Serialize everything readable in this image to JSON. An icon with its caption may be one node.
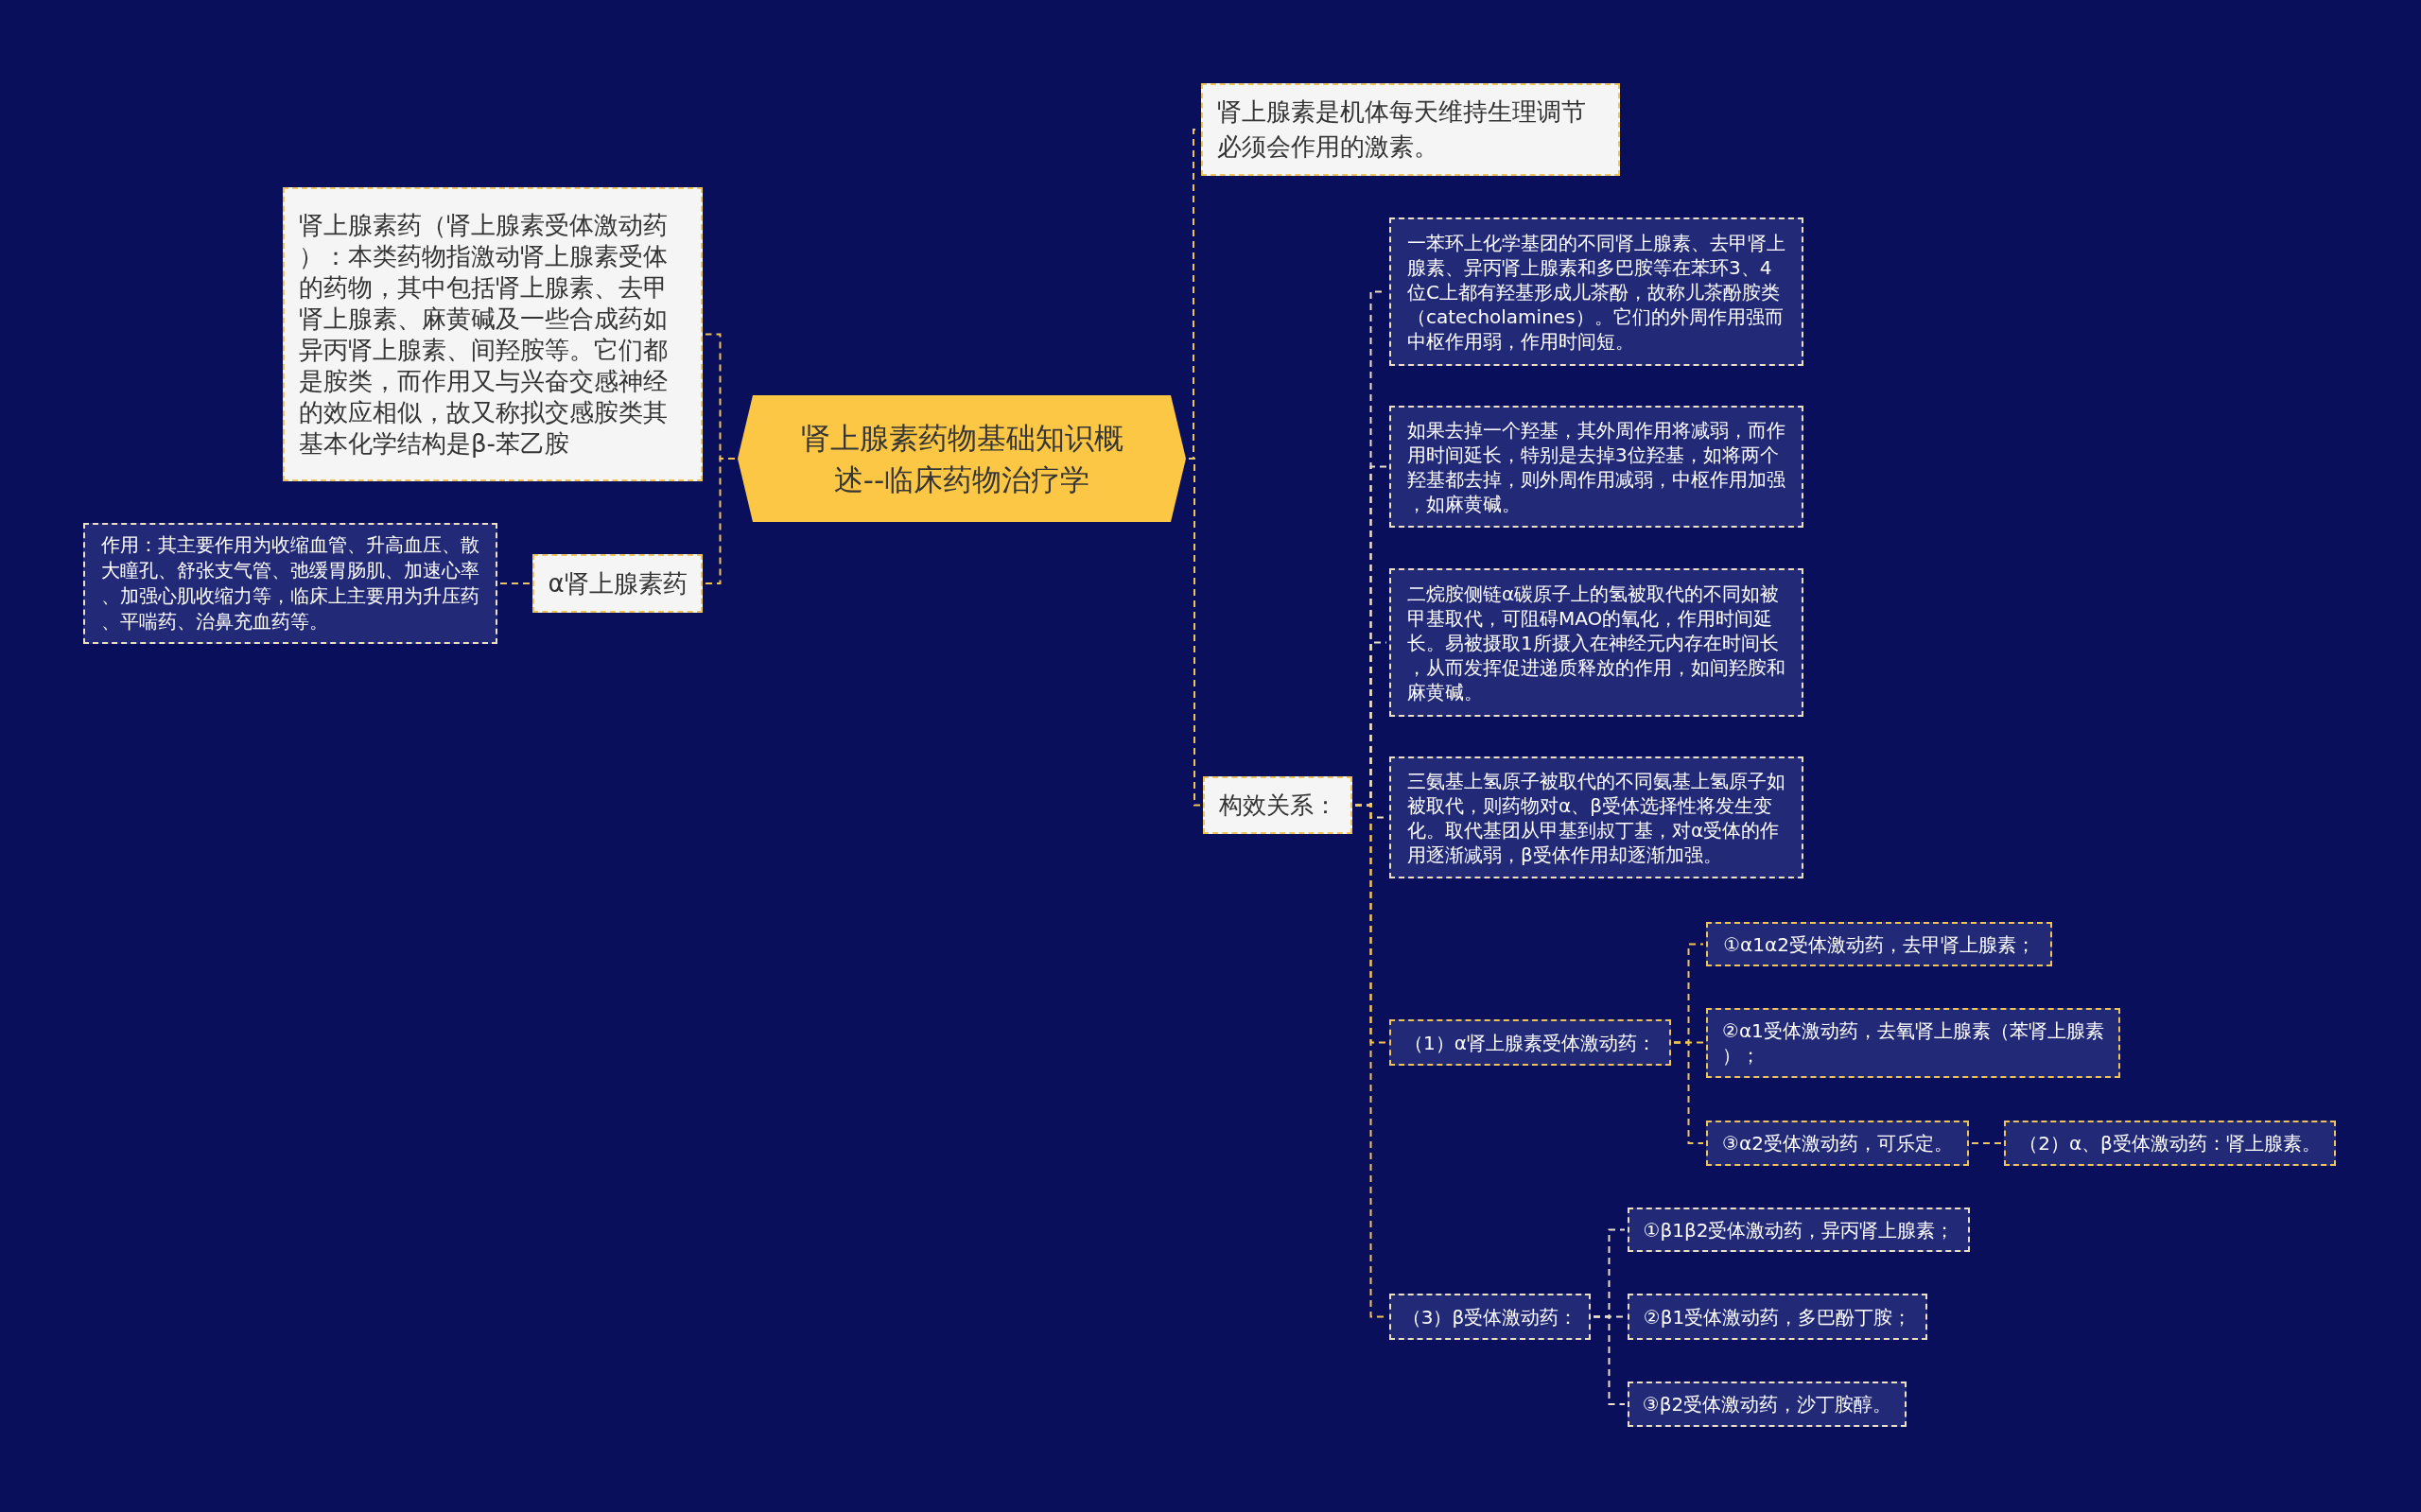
{
  "diagram": {
    "nodes": [
      {
        "text": [
          "肾上腺素药物基础知识概述--临床药物治疗学"
        ]
      },
      {
        "text": [
          "肾上腺素药（肾上腺素受体激动药）：本类药物指激动肾上腺素受体的药物，其中包括肾上腺素、去甲肾上腺素、麻黄碱及一些合成药如异丙肾上腺素、间羟胺等。它们都是胺类，而作用又与兴奋交感神经的效应相似，故又称拟交感胺类其基本化学结构是β-苯乙胺"
        ]
      },
      {
        "text": [
          "α肾上腺素药"
        ]
      },
      {
        "text": [
          "作用：其主要作用为收缩血管、升高血压、散大瞳孔、舒张支气管、弛缓胃肠肌、加速心率、加强心肌收缩力等，临床上主要用为升压药、平喘药、治鼻充血药等。"
        ]
      },
      {
        "text": [
          "肾上腺素是机体每天维持生理调节必须会作用的激素。"
        ]
      },
      {
        "text": [
          "构效关系："
        ]
      },
      {
        "text": [
          "一苯环上化学基团的不同肾上腺素、去甲肾上腺素、异丙肾上腺素和多巴胺等在苯环3、4位C上都有羟基形成儿茶酚，故称儿茶酚胺类（catecholamines）。它们的外周作用强而中枢作用弱，作用时间短。"
        ]
      },
      {
        "text": [
          "如果去掉一个羟基，其外周作用将减弱，而作用时间延长，特别是去掉3位羟基，如将两个羟基都去掉，则外周作用减弱，中枢作用加强，如麻黄碱。"
        ]
      },
      {
        "text": [
          "二烷胺侧链α碳原子上的氢被取代的不同如被甲基取代，可阻碍MAO的氧化，作用时间延长。易被摄取1所摄入在神经元内存在时间长，从而发挥促进递质释放的作用，如间羟胺和麻黄碱。"
        ]
      },
      {
        "text": [
          "三氨基上氢原子被取代的不同氨基上氢原子如被取代，则药物对α、β受体选择性将发生变化。取代基团从甲基到叔丁基，对α受体的作用逐渐减弱，β受体作用却逐渐加强。"
        ]
      },
      {
        "text": [
          "（1）α肾上腺素受体激动药："
        ]
      },
      {
        "text": [
          "①α1α2受体激动药，去甲肾上腺素；"
        ]
      },
      {
        "text": [
          "②α1受体激动药，去氧肾上腺素（苯肾上腺素）；"
        ]
      },
      {
        "text": [
          "③α2受体激动药，可乐定。"
        ]
      },
      {
        "text": [
          "（2）α、β受体激动药：肾上腺素。"
        ]
      },
      {
        "text": [
          "（3）β受体激动药："
        ]
      },
      {
        "text": [
          "①β1β2受体激动药，异丙肾上腺素；"
        ]
      },
      {
        "text": [
          "②β1受体激动药，多巴酚丁胺；"
        ]
      },
      {
        "text": [
          "③β2受体激动药，沙丁胺醇。"
        ]
      }
    ],
    "edges": [
      {
        "from": 0,
        "to": 1,
        "arrow": "none"
      },
      {
        "from": 0,
        "to": 2,
        "arrow": "none"
      },
      {
        "from": 2,
        "to": 3,
        "arrow": "none"
      },
      {
        "from": 0,
        "to": 4,
        "arrow": "none"
      },
      {
        "from": 0,
        "to": 5,
        "arrow": "none"
      },
      {
        "from": 5,
        "to": 6,
        "arrow": "none",
        "color": "#ece0c4"
      },
      {
        "from": 5,
        "to": 7,
        "arrow": "none",
        "color": "#ece0c4"
      },
      {
        "from": 5,
        "to": 8,
        "arrow": "none",
        "color": "#ece0c4"
      },
      {
        "from": 5,
        "to": 9,
        "arrow": "none",
        "color": "#ece0c4"
      },
      {
        "from": 5,
        "to": 10,
        "arrow": "none"
      },
      {
        "from": 10,
        "to": 11,
        "arrow": "none"
      },
      {
        "from": 10,
        "to": 12,
        "arrow": "none"
      },
      {
        "from": 10,
        "to": 13,
        "arrow": "none"
      },
      {
        "from": 13,
        "to": 14,
        "arrow": "none"
      },
      {
        "from": 5,
        "to": 15,
        "arrow": "none"
      },
      {
        "from": 15,
        "to": 16,
        "arrow": "none",
        "color": "#ece0c4"
      },
      {
        "from": 15,
        "to": 17,
        "arrow": "none",
        "color": "#ece0c4"
      },
      {
        "from": 15,
        "to": 18,
        "arrow": "none",
        "color": "#ece0c4"
      }
    ]
  }
}
